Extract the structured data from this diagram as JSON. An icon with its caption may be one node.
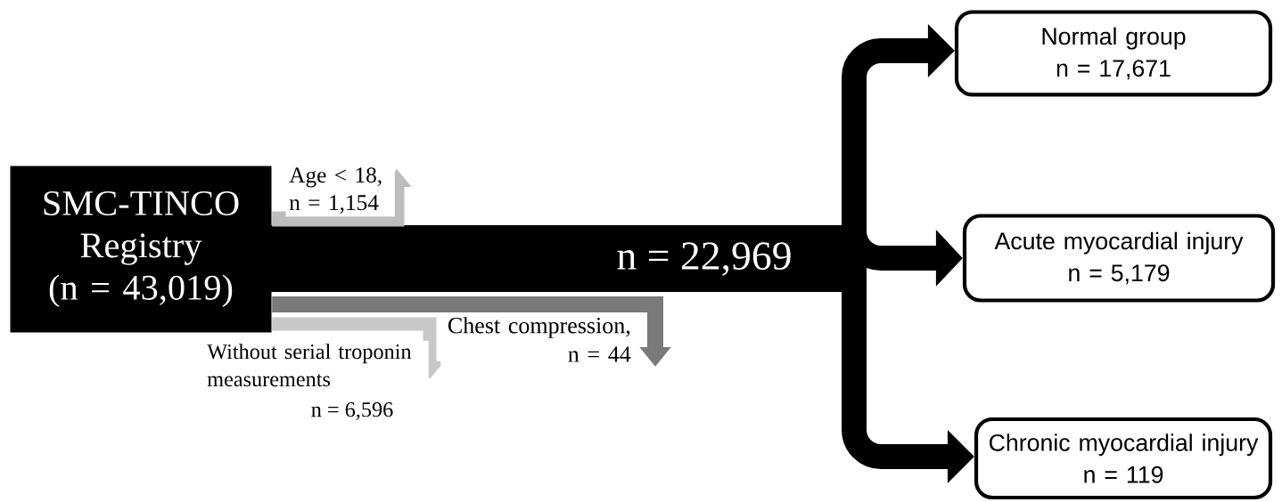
{
  "diagram": {
    "nodes": [
      {
        "text": [
          "SMC-TINCO Registry",
          "(n = 43,019)"
        ]
      },
      {
        "text": [
          "Normal group",
          "n = 17,671"
        ]
      },
      {
        "text": [
          "Acute myocardial injury",
          "n = 5,179"
        ]
      },
      {
        "text": [
          "Chronic myocardial injury",
          "n = 119"
        ]
      }
    ],
    "edges": [
      {
        "from": 0,
        "to": 1,
        "arrow": "to"
      },
      {
        "from": 0,
        "to": 2,
        "arrow": "to",
        "label": "n = 22,969"
      },
      {
        "from": 0,
        "to": 3,
        "arrow": "to"
      },
      {
        "from": 0,
        "to": null,
        "arrow": "to",
        "label": "Age < 18, n = 1,154",
        "color": "#bdbdbd"
      },
      {
        "from": 0,
        "to": null,
        "arrow": "to",
        "label": "Without serial troponin measurements",
        "color": "#c8c8c8"
      },
      {
        "from": 0,
        "to": null,
        "arrow": "to",
        "label": "Chest compression, n = 44",
        "color": "#7a7a7a"
      }
    ],
    "labels": [
      "n = 6,596"
    ]
  }
}
